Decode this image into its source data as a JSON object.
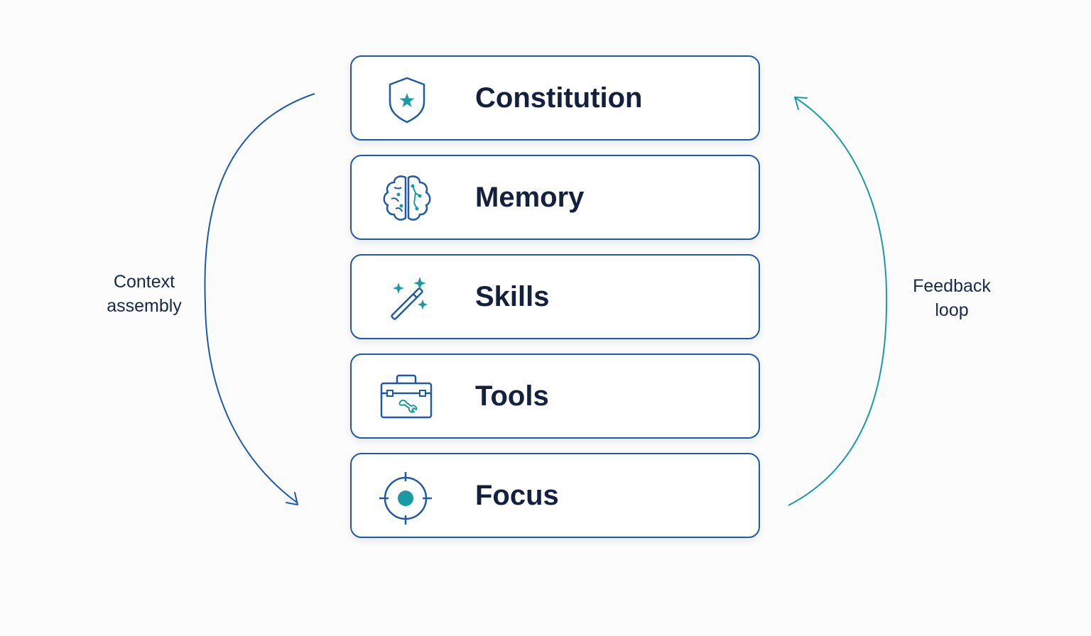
{
  "layers": [
    {
      "label": "Constitution",
      "icon": "shield-star-icon"
    },
    {
      "label": "Memory",
      "icon": "brain-icon"
    },
    {
      "label": "Skills",
      "icon": "magic-wand-icon"
    },
    {
      "label": "Tools",
      "icon": "toolbox-icon"
    },
    {
      "label": "Focus",
      "icon": "target-icon"
    }
  ],
  "left_arrow": {
    "line1": "Context",
    "line2": "assembly",
    "color": "#1f5aa6"
  },
  "right_arrow": {
    "line1": "Feedback",
    "line2": "loop",
    "color": "#1a9aa5"
  },
  "colors": {
    "primary": "#1f5aa6",
    "accent": "#1a9aa5",
    "text": "#13213f"
  }
}
